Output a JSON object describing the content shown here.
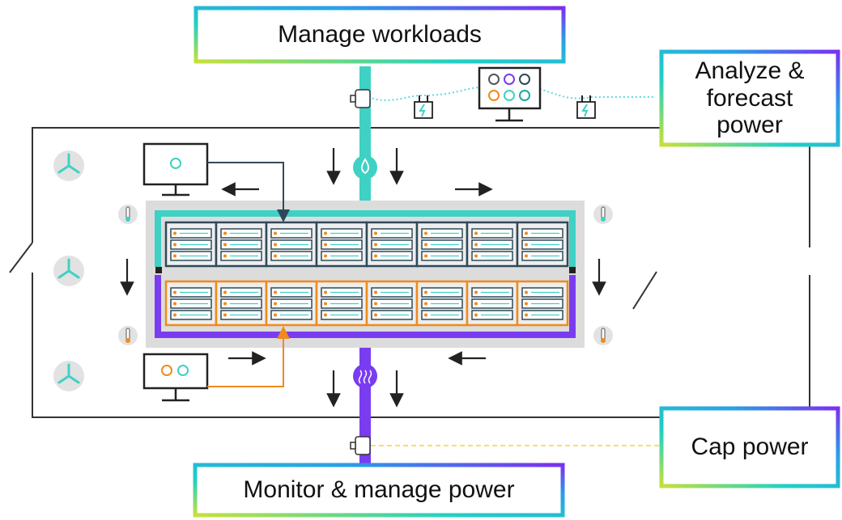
{
  "labels": {
    "manage_workloads": "Manage workloads",
    "analyze_forecast": "Analyze &\nforecast\npower",
    "cap_power": "Cap power",
    "monitor_manage": "Monitor &  manage power"
  },
  "colors": {
    "gradient": [
      "#c6e03a",
      "#1fd1c4",
      "#2aa0e8",
      "#7b2ff2"
    ],
    "teal": "#3fd1c4",
    "purple": "#7a3cf0",
    "orange": "#f08a1c",
    "dark_rack": "#2e4a5a",
    "rack_bg": "#dcdcdc",
    "room_outline": "#333333",
    "cap_dashed": "#f2d43a"
  },
  "icons": [
    "fan-icon",
    "thermometer-icon",
    "monitor-icon",
    "meter-icon",
    "water-drop-icon",
    "heat-icon",
    "power-outlet-icon",
    "arrow-icon"
  ]
}
